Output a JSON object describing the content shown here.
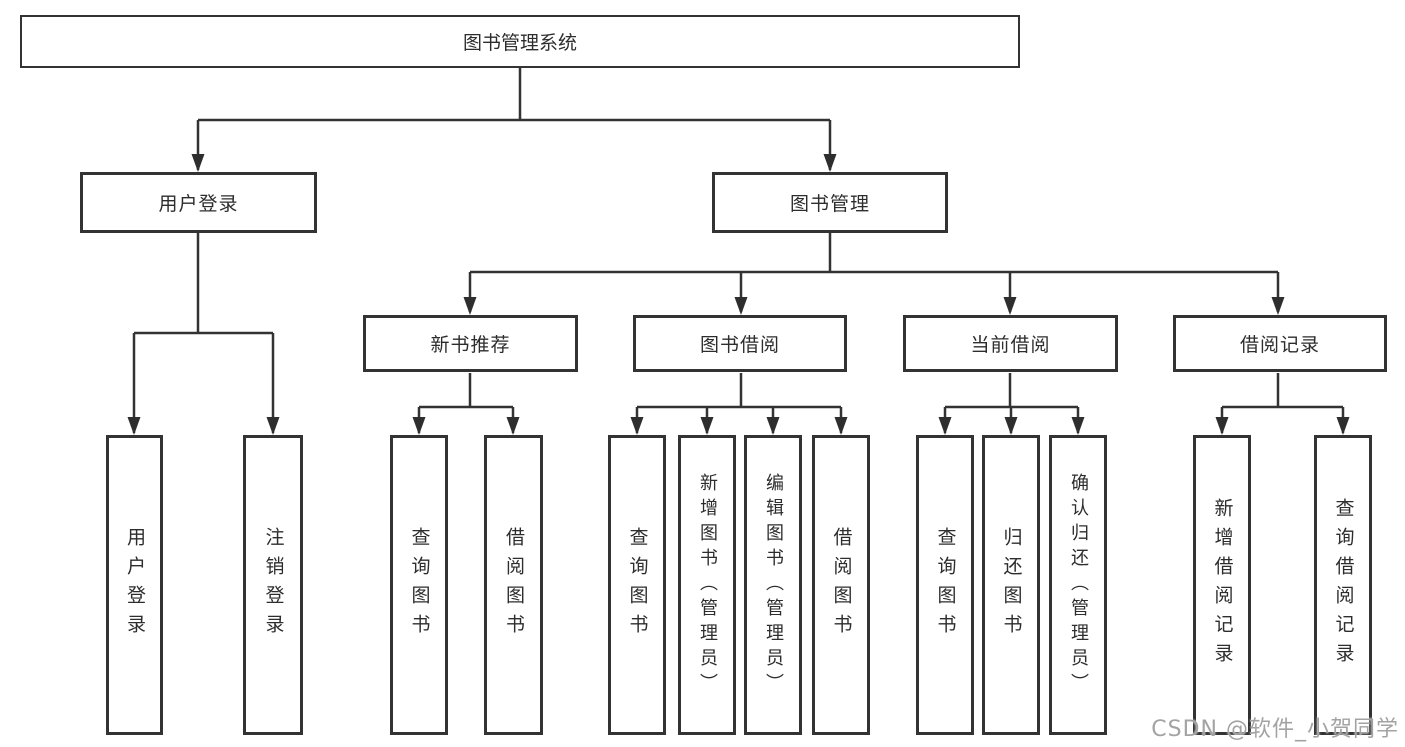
{
  "diagram": {
    "root": {
      "label": "图书管理系统"
    },
    "branches": [
      {
        "label": "用户登录",
        "children": [
          {
            "label": "用户登录"
          },
          {
            "label": "注销登录"
          }
        ]
      },
      {
        "label": "图书管理",
        "sections": [
          {
            "label": "新书推荐",
            "children": [
              {
                "label": "查询图书"
              },
              {
                "label": "借阅图书"
              }
            ]
          },
          {
            "label": "图书借阅",
            "children": [
              {
                "label": "查询图书"
              },
              {
                "label": "新增图书（管理员）"
              },
              {
                "label": "编辑图书（管理员）"
              },
              {
                "label": "借阅图书"
              }
            ]
          },
          {
            "label": "当前借阅",
            "children": [
              {
                "label": "查询图书"
              },
              {
                "label": "归还图书"
              },
              {
                "label": "确认归还（管理员）"
              }
            ]
          },
          {
            "label": "借阅记录",
            "children": [
              {
                "label": "新增借阅记录"
              },
              {
                "label": "查询借阅记录"
              }
            ]
          }
        ]
      }
    ]
  },
  "watermark": {
    "text": "CSDN @软件_小贺同学"
  },
  "colors": {
    "line": "#333333",
    "box_border": "#333333",
    "text": "#2d2d2d",
    "watermark": "#a3a3a3",
    "background": "#ffffff"
  }
}
